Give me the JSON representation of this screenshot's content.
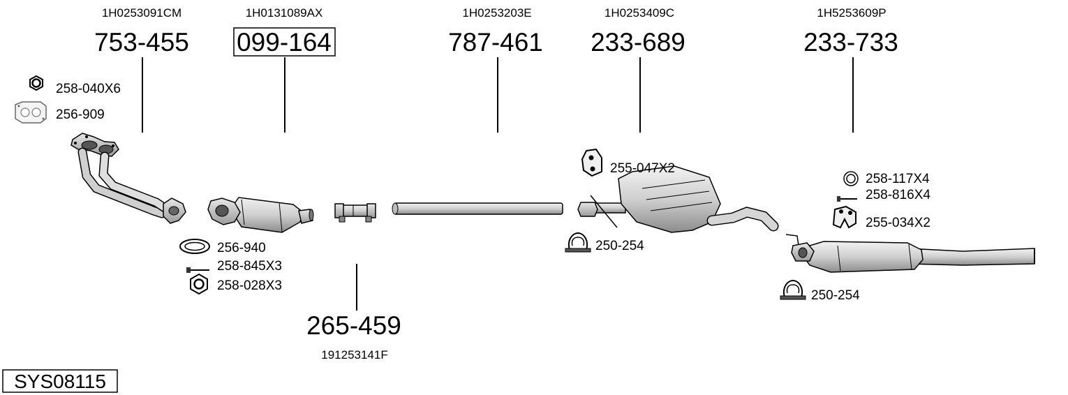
{
  "system_code": "SYS08115",
  "main_parts": [
    {
      "id": "front-pipe",
      "part_number": "753-455",
      "oem_number": "1H0253091CM",
      "boxed": false
    },
    {
      "id": "catalyst",
      "part_number": "099-164",
      "oem_number": "1H0131089AX",
      "boxed": true
    },
    {
      "id": "connector",
      "part_number": "265-459",
      "oem_number": "191253141F",
      "boxed": false
    },
    {
      "id": "intermediate-pipe",
      "part_number": "787-461",
      "oem_number": "1H0253203E",
      "boxed": false
    },
    {
      "id": "middle-silencer",
      "part_number": "233-689",
      "oem_number": "1H0253409C",
      "boxed": false
    },
    {
      "id": "rear-silencer",
      "part_number": "233-733",
      "oem_number": "1H5253609P",
      "boxed": false
    }
  ],
  "accessories": [
    {
      "id": "nut-1",
      "label": "258-040X6",
      "icon": "hex-nut-icon"
    },
    {
      "id": "gasket-1",
      "label": "256-909",
      "icon": "flange-gasket-icon"
    },
    {
      "id": "ring-gasket",
      "label": "256-940",
      "icon": "ring-gasket-icon"
    },
    {
      "id": "bolt-1",
      "label": "258-845X3",
      "icon": "bolt-icon"
    },
    {
      "id": "nut-2",
      "label": "258-028X3",
      "icon": "hex-nut-icon"
    },
    {
      "id": "rubber-mount-1",
      "label": "255-047X2",
      "icon": "rubber-mount-icon"
    },
    {
      "id": "clamp-1",
      "label": "250-254",
      "icon": "clamp-icon"
    },
    {
      "id": "washer",
      "label": "258-117X4",
      "icon": "washer-icon"
    },
    {
      "id": "bolt-2",
      "label": "258-816X4",
      "icon": "bolt-icon"
    },
    {
      "id": "rubber-mount-2",
      "label": "255-034X2",
      "icon": "rubber-mount-icon"
    },
    {
      "id": "clamp-2",
      "label": "250-254",
      "icon": "clamp-icon"
    }
  ]
}
